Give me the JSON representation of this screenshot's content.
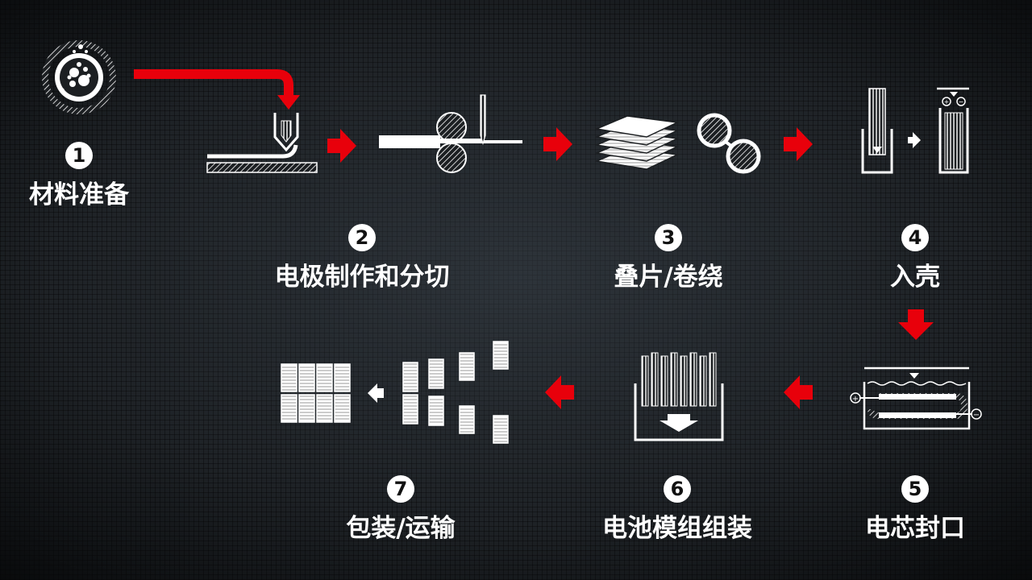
{
  "colors": {
    "accent": "#e8000b",
    "fg": "#ffffff"
  },
  "steps": [
    {
      "number": "1",
      "label": "材料准备",
      "icon": "material-drum-icon"
    },
    {
      "number": "2",
      "label": "电极制作和分切",
      "icon": "electrode-coating-icon"
    },
    {
      "number": "3",
      "label": "叠片/卷绕",
      "icon": "stacking-winding-icon"
    },
    {
      "number": "4",
      "label": "入壳",
      "icon": "casing-icon"
    },
    {
      "number": "5",
      "label": "电芯封口",
      "icon": "cell-sealing-icon"
    },
    {
      "number": "6",
      "label": "电池模组组装",
      "icon": "module-assembly-icon"
    },
    {
      "number": "7",
      "label": "包装/运输",
      "icon": "packaging-icon"
    }
  ],
  "terminals": {
    "plus": "+",
    "minus": "−"
  }
}
